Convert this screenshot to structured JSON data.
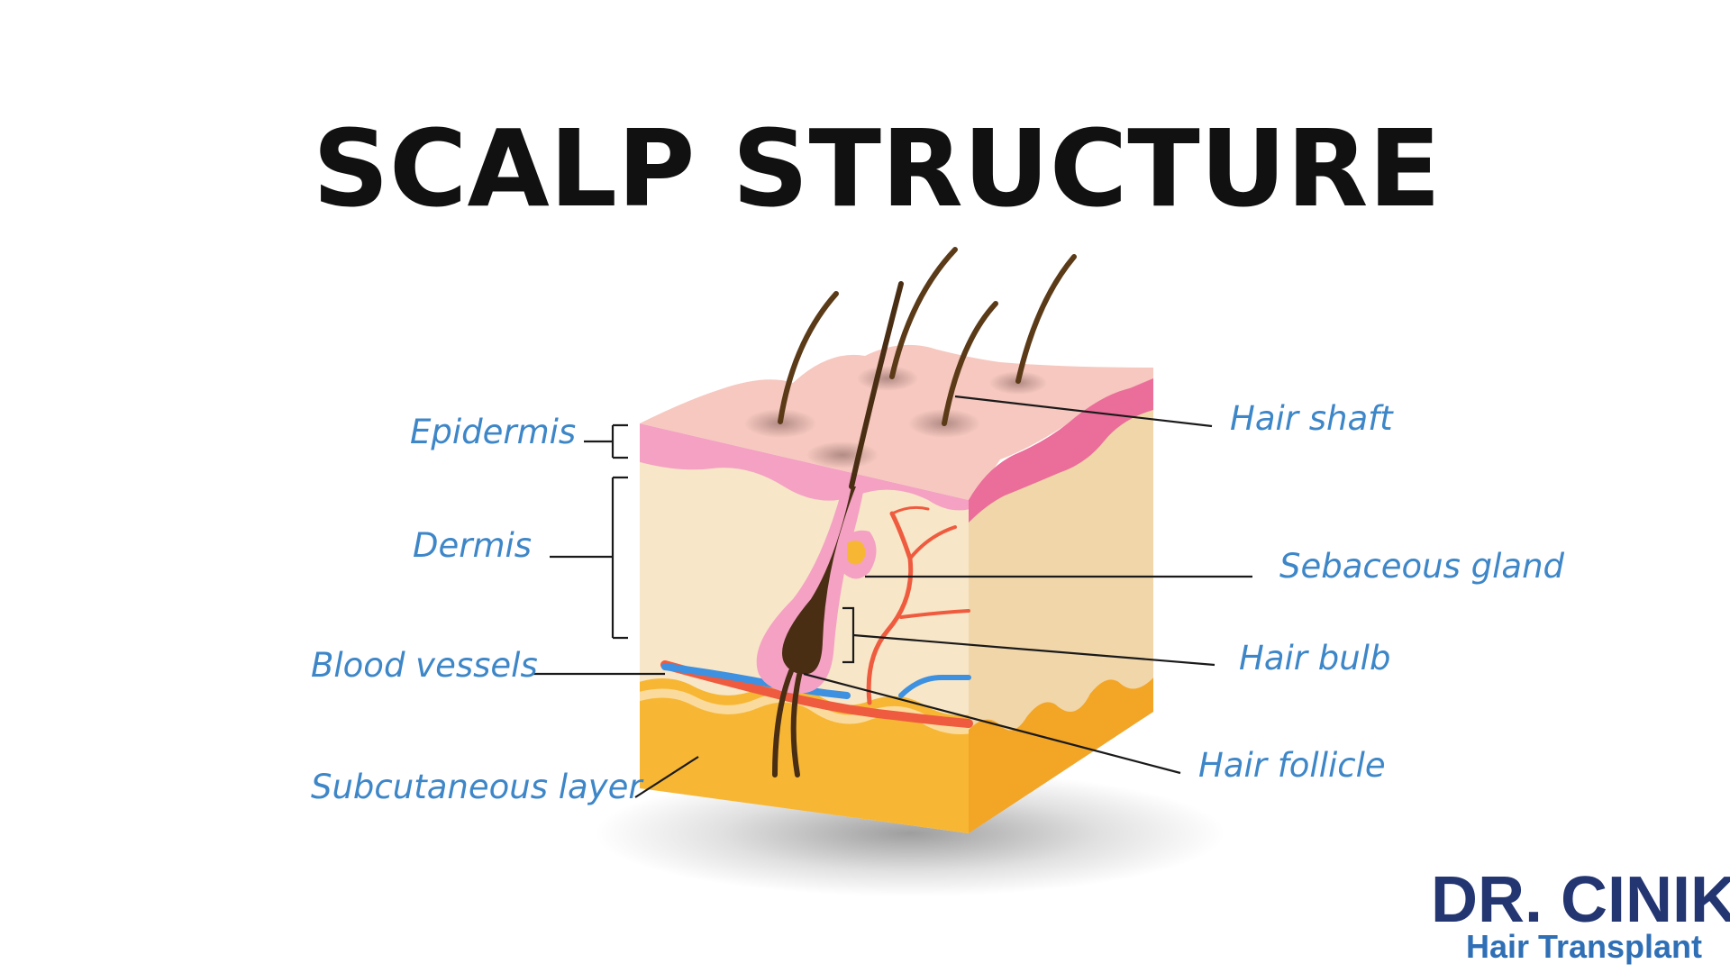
{
  "title": "SCALP STRUCTURE",
  "labels": {
    "epidermis": "Epidermis",
    "dermis": "Dermis",
    "blood_vessels": "Blood vessels",
    "subcutaneous_layer": "Subcutaneous layer",
    "hair_shaft": "Hair shaft",
    "sebaceous_gland": "Sebaceous gland",
    "hair_bulb": "Hair bulb",
    "hair_follicle": "Hair follicle"
  },
  "brand": {
    "name": "DR. CINIK",
    "tagline": "Hair Transplant"
  },
  "colors": {
    "label_blue": "#3d86c8",
    "brand_navy": "#233672",
    "brand_blue": "#2f6fb5",
    "epidermis_pink": "#f4a1c3",
    "skin_surface": "#f6c8bf",
    "dermis_cream": "#f8e6c8",
    "subcutaneous_yellow": "#f7b734",
    "artery_red": "#ef5b3f",
    "vein_blue": "#3d91e0",
    "hair_brown": "#4a2e14"
  }
}
